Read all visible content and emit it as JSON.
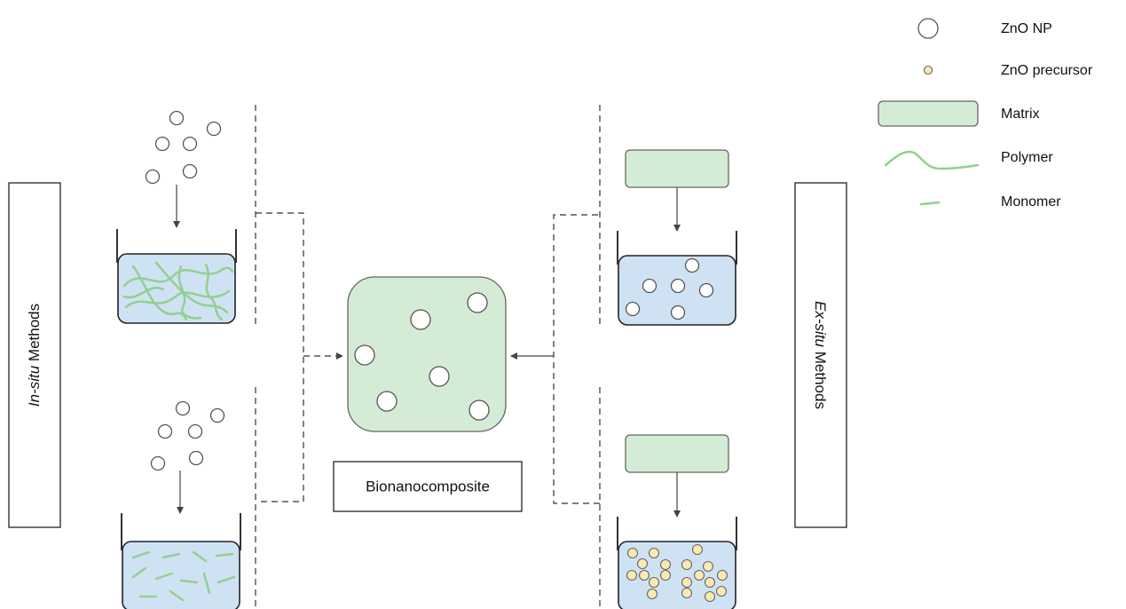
{
  "legend": {
    "items": [
      {
        "icon": "zno-np-icon",
        "label": "ZnO NP"
      },
      {
        "icon": "zno-precursor-icon",
        "label": "ZnO precursor"
      },
      {
        "icon": "matrix-icon",
        "label": "Matrix"
      },
      {
        "icon": "polymer-icon",
        "label": "Polymer"
      },
      {
        "icon": "monomer-icon",
        "label": "Monomer"
      }
    ]
  },
  "insitu": {
    "label_italic": "In-situ",
    "label_rest": " Methods"
  },
  "exsitu": {
    "label_italic": "Ex-situ",
    "label_rest": " Methods"
  },
  "center": {
    "label": "Bionanocomposite"
  },
  "colors": {
    "matrix_fill": "#d4ecd5",
    "liquid_fill": "#cfe2f3",
    "precursor_fill": "#fbe9b4",
    "polymer_stroke": "#93d08f"
  }
}
